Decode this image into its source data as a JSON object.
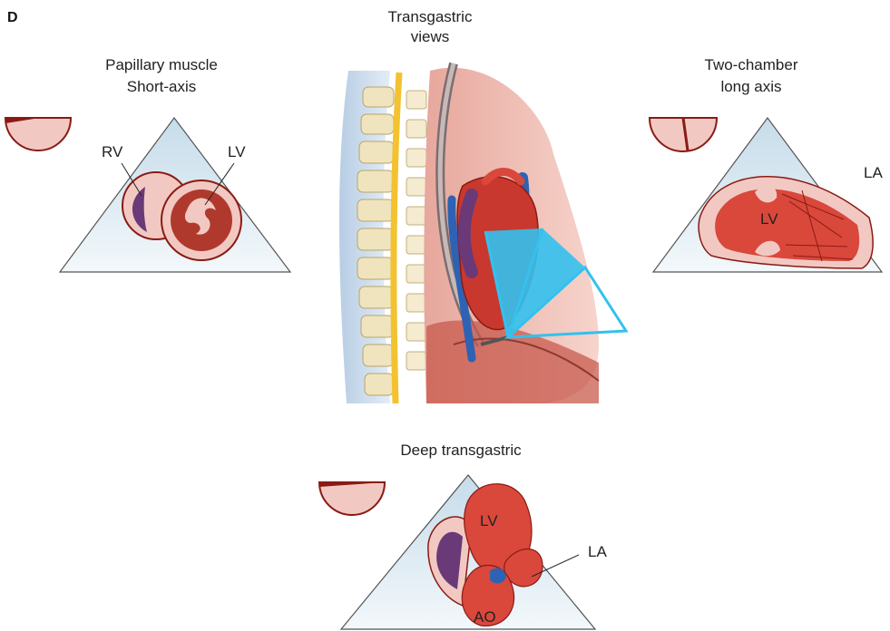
{
  "panel_letter": "D",
  "center": {
    "title_line1": "Transgastric",
    "title_line2": "views"
  },
  "left_view": {
    "title_line1": "Papillary muscle",
    "title_line2": "Short-axis",
    "labels": {
      "rv": "RV",
      "lv": "LV"
    }
  },
  "right_view": {
    "title_line1": "Two-chamber",
    "title_line2": "long axis",
    "labels": {
      "lv": "LV",
      "la": "LA"
    }
  },
  "bottom_view": {
    "title": "Deep transgastric",
    "labels": {
      "lv": "LV",
      "la": "LA",
      "ao": "AO"
    }
  },
  "colors": {
    "sector_fill": "#dbe9f1",
    "myocardium": "#d9483b",
    "pericardium": "#f2c9c2",
    "rv_purple": "#6a3a78",
    "vessel_blue": "#2e62b3",
    "beam_cyan": "#33c1ee",
    "spine_yellow": "#f2c230",
    "dark_red": "#8a1a14"
  }
}
